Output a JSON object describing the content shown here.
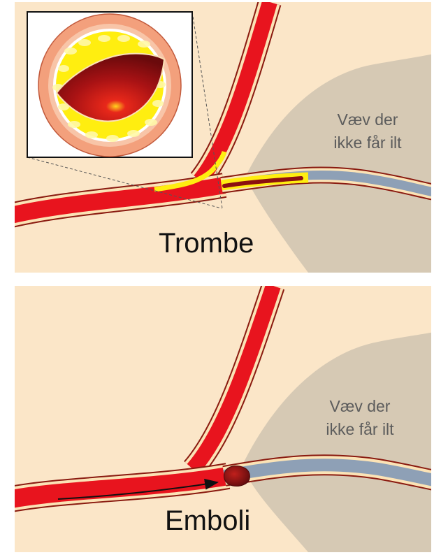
{
  "panels": [
    {
      "tissue_label": [
        "Væv der",
        "ikke får ilt"
      ],
      "caption": "Trombe"
    },
    {
      "tissue_label": [
        "Væv der",
        "ikke får ilt"
      ],
      "caption": "Emboli"
    }
  ],
  "colors": {
    "background": "#fbe6c8",
    "tissue": "#d6c9b4",
    "artery_red": "#e8141e",
    "artery_outline": "#8a1a10",
    "vessel_wall": "#fbe3b6",
    "blocked_vessel_blue": "#8ea0b6",
    "plaque_yellow": "#ffee10",
    "thrombus_dark_red": "#8c1010"
  }
}
